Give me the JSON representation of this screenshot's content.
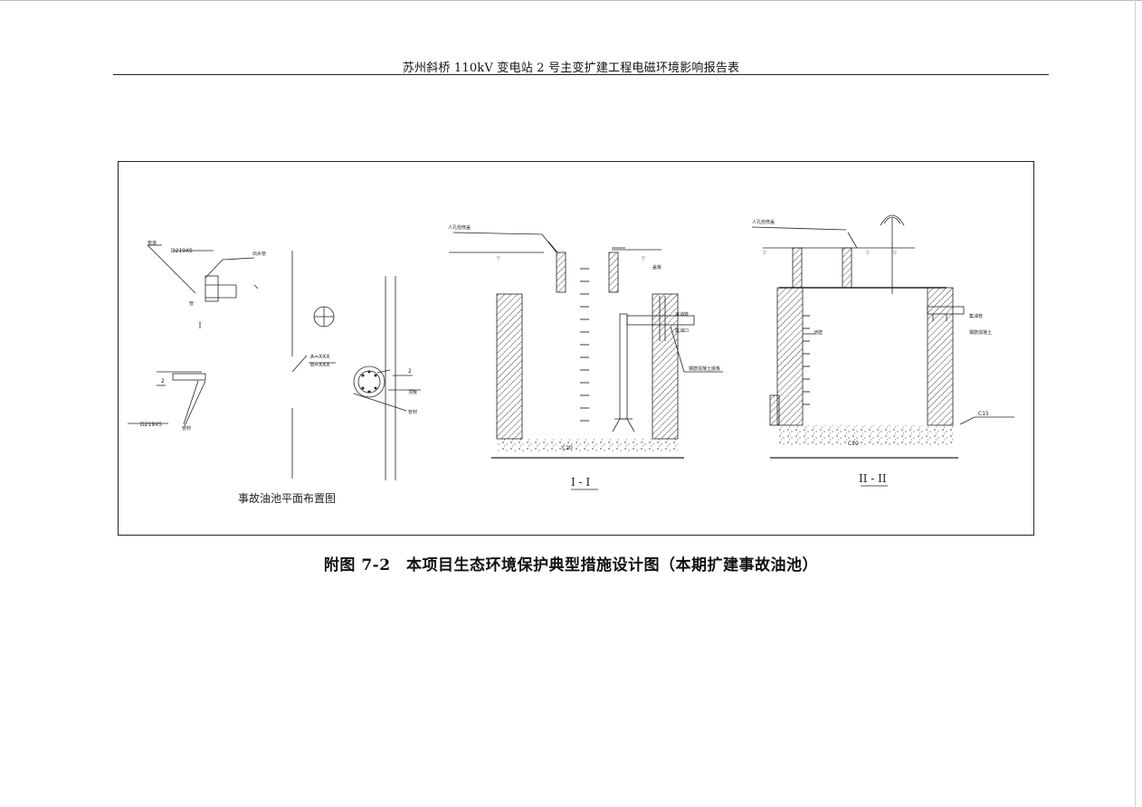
{
  "header": {
    "title": "苏州斜桥 110kV 变电站 2 号主变扩建工程电磁环境影响报告表"
  },
  "figure": {
    "plan_caption": "事故油池平面布置图",
    "section_1_label": "I - I",
    "section_2_label": "II - II",
    "labels": {
      "pipe_top": "D219X5",
      "pipe_bottom": "D219X5",
      "dim_a": "A=XXX",
      "dim_b": "B=XXX",
      "mark_2": "2",
      "conc_1": "C20",
      "conc_2": "C20",
      "conc_base": "C15"
    }
  },
  "caption": "附图 7-2　本项目生态环境保护典型措施设计图（本期扩建事故油池）"
}
